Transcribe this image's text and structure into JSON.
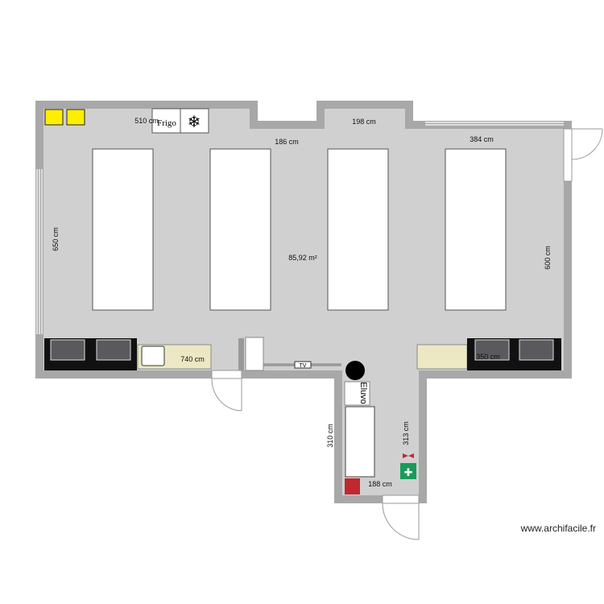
{
  "plan": {
    "area": "85,92 m²",
    "dimensions": {
      "top_left": "510 cm",
      "top_notch": "186 cm",
      "top_mid": "198 cm",
      "top_right": "384 cm",
      "left": "650 cm",
      "right": "600 cm",
      "bottom_left": "740 cm",
      "bottom_right": "350 cm",
      "corridor_left": "310 cm",
      "corridor_right": "313 cm",
      "corridor_bottom": "188 cm"
    },
    "labels": {
      "fridge": "Frigo",
      "tv": "TV",
      "sink": "Eluvo"
    },
    "colors": {
      "wall": "#a8a8a8",
      "floor": "#d0d0d0",
      "counter": "#ece8c4",
      "yellow": "#ffee00",
      "exit_green": "#1a9a5a",
      "fire_red": "#c0282f"
    }
  },
  "watermark": "www.archifacile.fr"
}
